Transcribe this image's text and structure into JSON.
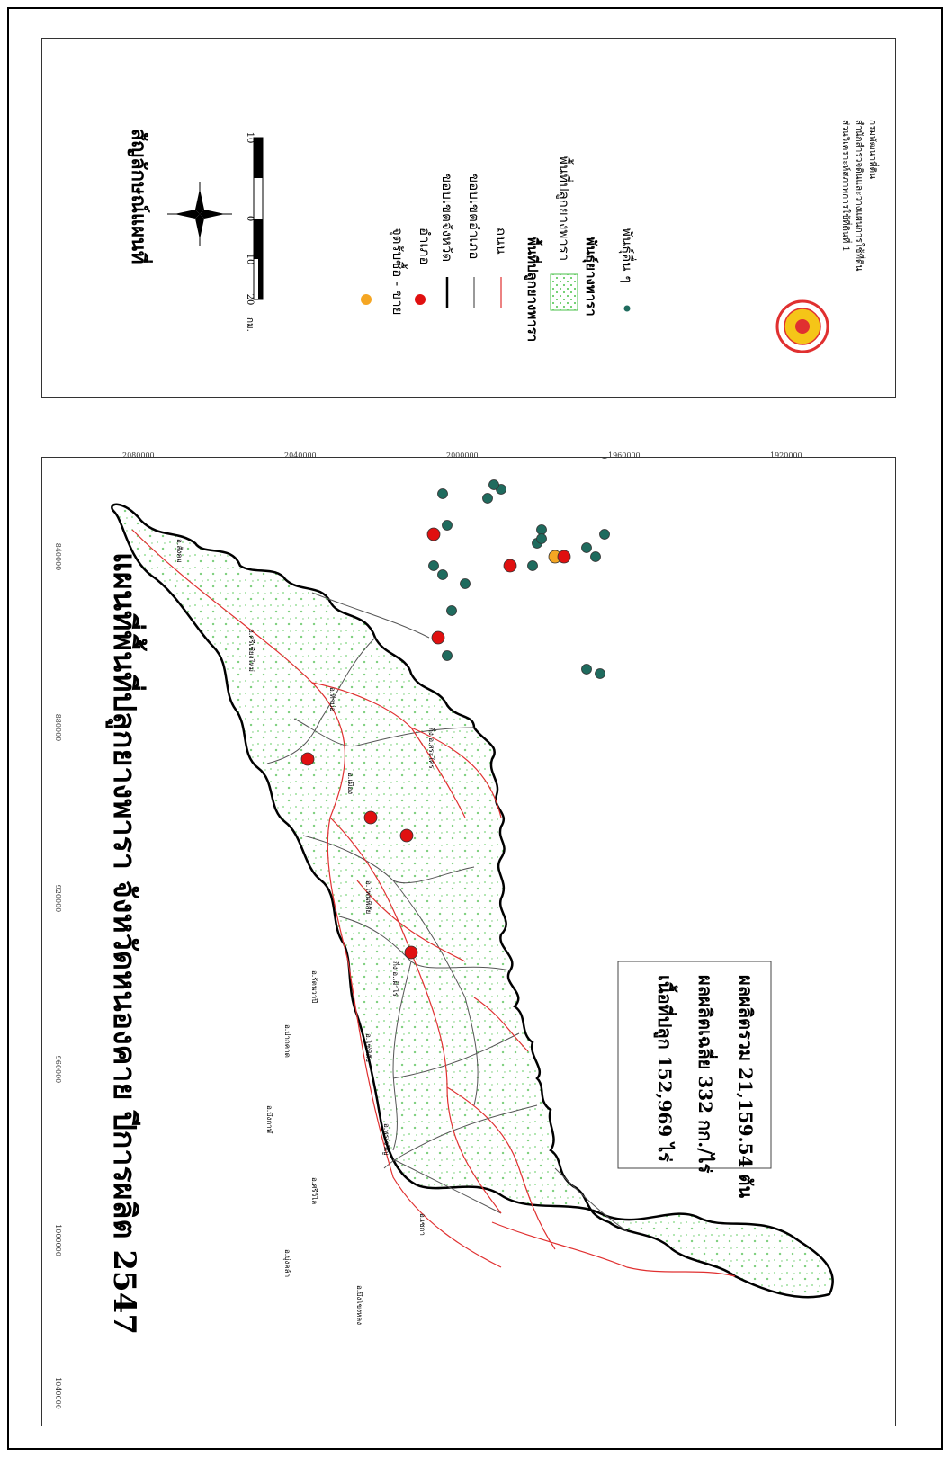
{
  "map": {
    "title": "แผนที่พื้นที่ปลูกยางพารา  จังหวัดหนองคาย  ปีการผลิต  2547",
    "stats": {
      "area": "เนื้อที่ปลูก  152,969  ไร่",
      "yield": "ผลผลิตเฉลี่ย  332  กก./ไร่",
      "total": "ผลผลิตรวม  21,159.54  ตัน"
    },
    "top_ticks": [
      "840000",
      "880000",
      "920000",
      "960000",
      "1000000",
      "1040000"
    ],
    "side_ticks": [
      "2080000",
      "2040000",
      "2000000",
      "1960000",
      "1920000"
    ],
    "districts": [
      "อ.สังคม",
      "อ.ศรีเชียงใหม่",
      "อ.ท่าบ่อ",
      "อ.เมือง",
      "กิ่ง อ.สระใคร",
      "อ.โพนพิสัย",
      "กิ่ง อ.เฝ้าไร่",
      "อ.รัตนวาปี",
      "อ.ปากคาด",
      "อ.โซ่พิสัย",
      "อ.บึงกาฬ",
      "อ.พรเจริญ",
      "อ.เซกา",
      "อ.บุ่งคล้า",
      "อ.บึงโขงหลง",
      "อ.ศรีวิไล"
    ]
  },
  "legend": {
    "title": "สัญลักษณ์แผนที่",
    "scale_labels": [
      "10",
      "0",
      "10",
      "20"
    ],
    "scale_unit": "กม.",
    "items": {
      "buy_point": "จุดรับซื้อ - ขาย",
      "district_town": "อำเภอ",
      "province_boundary": "ขอบเขตจังหวัด",
      "district_boundary": "ขอบเขตอำเภอ",
      "road": "ถนน"
    },
    "area_header": "พื้นที่ปลูกยางพารา",
    "area_item": "พื้นที่ปลูกยางพารา",
    "variety_header": "พันธุ์ยางพารา",
    "variety_item": "พันธุ์อื่น ๆ",
    "agency": [
      "ส่วนวิเคราะห์สภาพการใช้ที่ดินที่ 1",
      "สำนักสำรวจดินและวางแผนการใช้ที่ดิน",
      "กรมพัฒนาที่ดิน"
    ]
  },
  "colors": {
    "district_town": "#e01010",
    "buy_point": "#f5a623",
    "rubber_dot": "#1f6b5e",
    "road": "#e03030",
    "area_fill": "#4ac24a"
  }
}
